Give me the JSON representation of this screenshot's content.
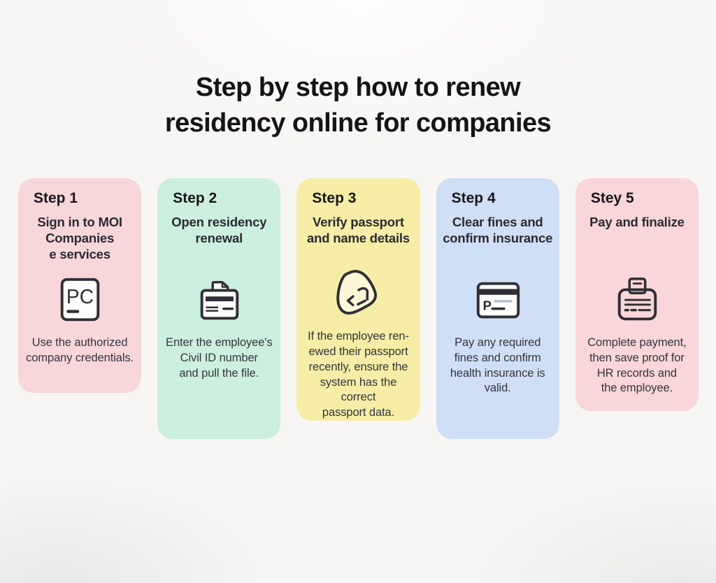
{
  "page": {
    "background": "#f7f6f4",
    "title_line1": "Step by step how to renew",
    "title_line2": "residency online for companies",
    "title_color": "#141416"
  },
  "colors": {
    "icon_stroke": "#2e2e34",
    "subtitle_text": "#2a2a32",
    "body_text": "#34343c",
    "card_inner_fill": "#fdfdfc",
    "muted_line": "#b4bdc9"
  },
  "steps": [
    {
      "heading": "Step 1",
      "subtitle": "Sign in to MOI\nCompanies\ne services",
      "icon": "pc-monitor-icon",
      "body": "Use the authorized\ncompany credentials.",
      "bg": "#f8d7db"
    },
    {
      "heading": "Step 2",
      "subtitle": "Open residency\nrenewal",
      "icon": "residency-file-icon",
      "body": "Enter the employee's\nCivil ID number\nand pull the file.",
      "bg": "#cdefdf"
    },
    {
      "heading": "Step 3",
      "subtitle": "Verify passport\nand name details",
      "icon": "passport-verify-icon",
      "body": "If the employee ren-\newed their passport\nrecently, ensure the\nsystem has the correct\npassport data.",
      "bg": "#f7eda6"
    },
    {
      "heading": "Step 4",
      "subtitle": "Clear fines and\nconfirm insurance",
      "icon": "payment-card-icon",
      "body": "Pay any required\nfines and confirm\nhealth insurance is\nvalid.",
      "bg": "#cfe0f6"
    },
    {
      "heading": "Stey 5",
      "subtitle": "Pay and finalize",
      "icon": "receipt-printer-icon",
      "body": "Complete payment,\nthen save proof for\nHR records and\nthe employee.",
      "bg": "#f8d6d9"
    }
  ]
}
